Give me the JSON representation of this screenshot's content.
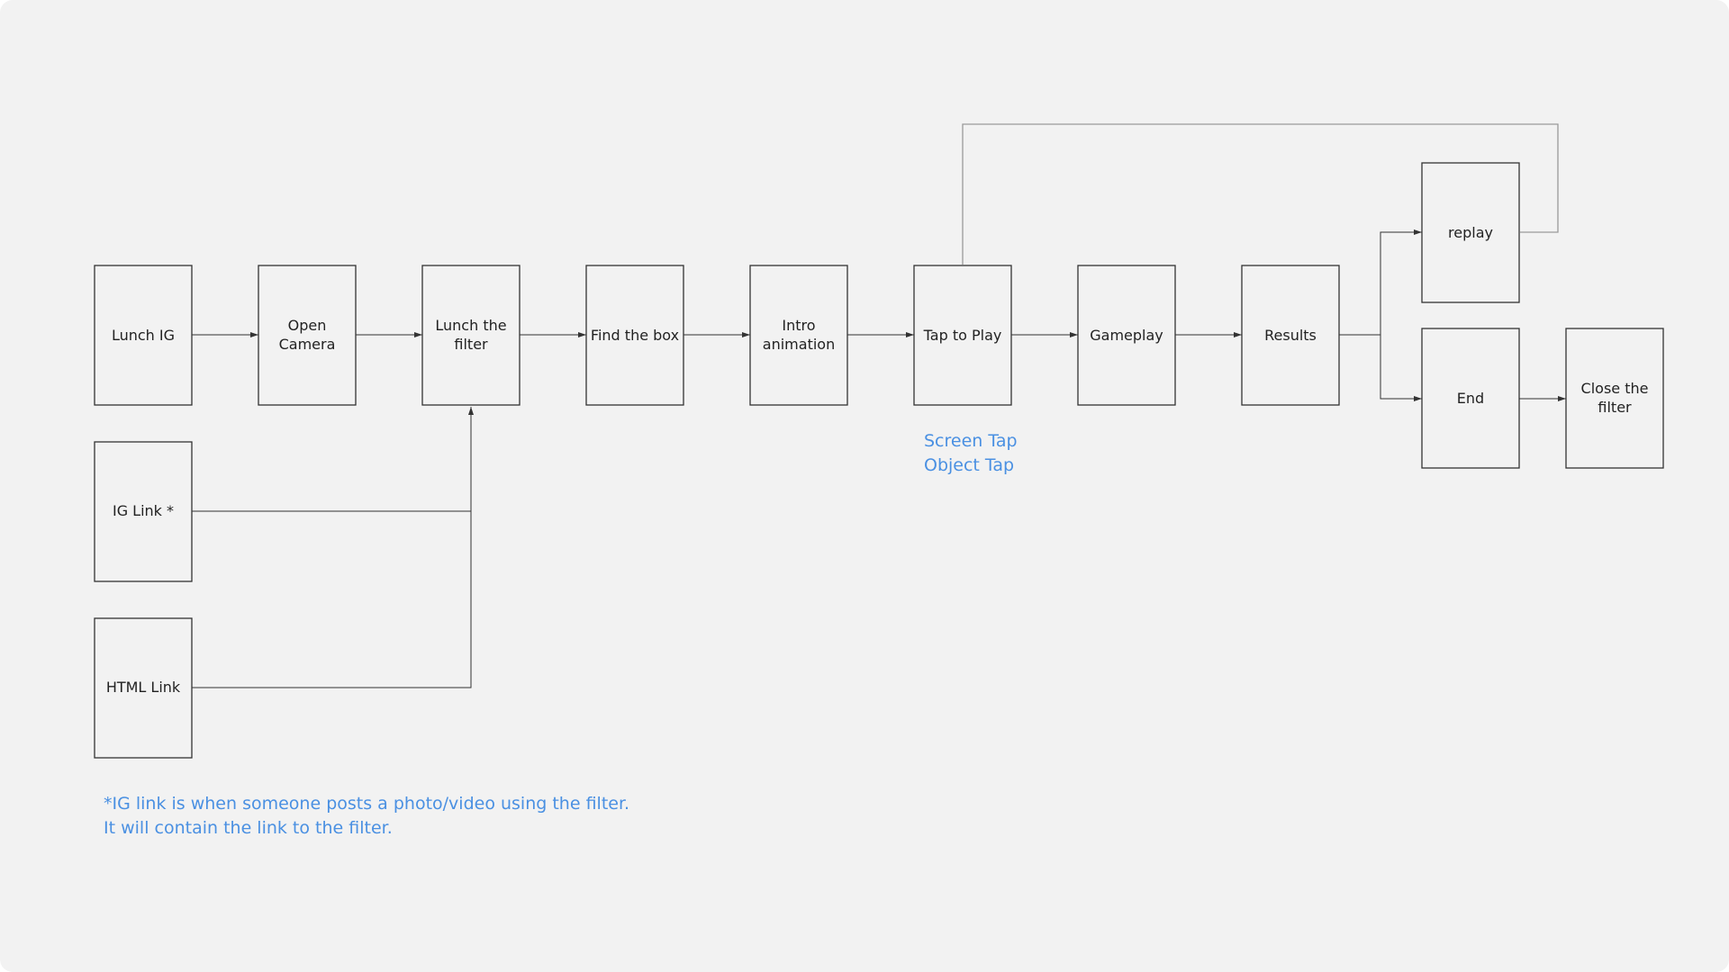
{
  "nodes": {
    "lunch_ig": "Lunch IG",
    "open_camera": [
      "Open",
      "Camera"
    ],
    "lunch_filter": [
      "Lunch the",
      "filter"
    ],
    "find_box": "Find the box",
    "intro_animation": [
      "Intro",
      "animation"
    ],
    "tap_to_play": "Tap to Play",
    "gameplay": "Gameplay",
    "results": "Results",
    "replay": "replay",
    "end": "End",
    "close_filter": [
      "Close the",
      "filter"
    ],
    "ig_link": "IG Link *",
    "html_link": "HTML Link"
  },
  "edges": [
    {
      "from": "lunch_ig",
      "to": "open_camera"
    },
    {
      "from": "open_camera",
      "to": "lunch_filter"
    },
    {
      "from": "lunch_filter",
      "to": "find_box"
    },
    {
      "from": "find_box",
      "to": "intro_animation"
    },
    {
      "from": "intro_animation",
      "to": "tap_to_play"
    },
    {
      "from": "tap_to_play",
      "to": "gameplay"
    },
    {
      "from": "gameplay",
      "to": "results"
    },
    {
      "from": "results",
      "to": "replay"
    },
    {
      "from": "results",
      "to": "end"
    },
    {
      "from": "end",
      "to": "close_filter"
    },
    {
      "from": "ig_link",
      "to": "lunch_filter"
    },
    {
      "from": "html_link",
      "to": "lunch_filter"
    },
    {
      "from": "replay",
      "to": "tap_to_play"
    }
  ],
  "tap_note": {
    "line1": "Screen Tap",
    "line2": "Object Tap"
  },
  "footnote": {
    "line1": "*IG link is when someone posts a photo/video using the filter.",
    "line2": "It will contain the link to the filter."
  },
  "colors": {
    "background": "#f2f2f2",
    "stroke": "#333333",
    "loop_stroke": "#9a9a9a",
    "note_text": "#4a90e2"
  }
}
